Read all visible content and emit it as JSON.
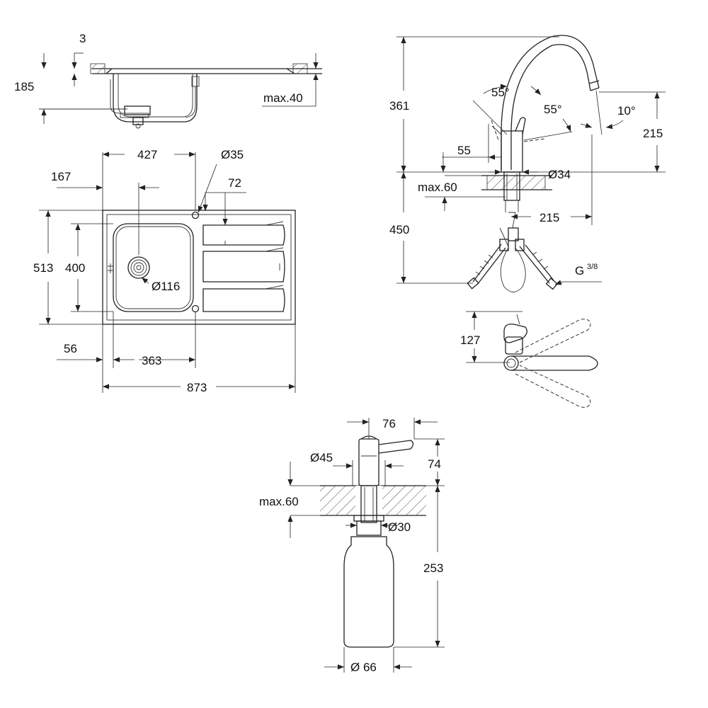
{
  "labels": {
    "sink_top": {
      "d3": "3",
      "d185": "185",
      "max40": "max.40"
    },
    "sink_plan": {
      "d427": "427",
      "d35": "Ø35",
      "d167": "167",
      "d72": "72",
      "d513": "513",
      "d400": "400",
      "d116": "Ø116",
      "d56": "56",
      "d363": "363",
      "d873": "873"
    },
    "faucet": {
      "d361": "361",
      "a55a": "55°",
      "a55b": "55°",
      "a10": "10°",
      "d215v": "215",
      "d55": "55",
      "d34": "Ø34",
      "max60": "max.60",
      "d450": "450",
      "d215h": "215",
      "g": "G",
      "g_frac": "3/8",
      "d127": "127"
    },
    "dispenser": {
      "d76": "76",
      "d45": "Ø45",
      "d74": "74",
      "max60": "max.60",
      "d30": "Ø30",
      "d253": "253",
      "d66": "Ø 66"
    }
  }
}
